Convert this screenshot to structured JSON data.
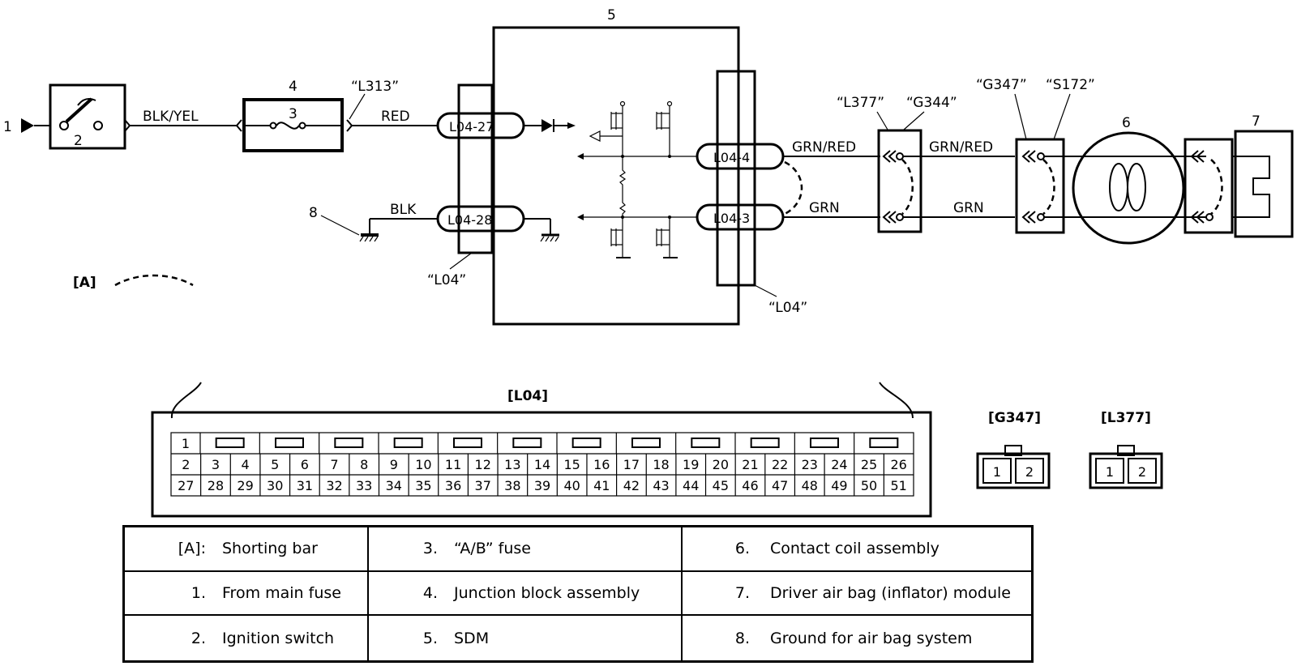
{
  "diagram": {
    "callouts": {
      "c1": "1",
      "c2": "2",
      "c3": "3",
      "c4": "4",
      "c5": "5",
      "c6": "6",
      "c7": "7",
      "c8": "8"
    },
    "wire_colors": {
      "blk_yel": "BLK/YEL",
      "red": "RED",
      "blk": "BLK",
      "grn_red_1": "GRN/RED",
      "grn_red_2": "GRN/RED",
      "grn_1": "GRN",
      "grn_2": "GRN"
    },
    "connector_refs": {
      "l313": "“L313”",
      "l377": "“L377”",
      "g344": "“G344”",
      "g347": "“G347”",
      "s172": "“S172”",
      "l04_left": "“L04”",
      "l04_right": "“L04”"
    },
    "terminals": {
      "t1": "L04-27",
      "t2": "L04-28",
      "t3": "L04-4",
      "t4": "L04-3"
    },
    "shorting_bar_key": "[A]",
    "connector_views": {
      "l04_title": "[L04]",
      "g347_title": "[G347]",
      "l377_title": "[L377]",
      "pin_pair": [
        "1",
        "2"
      ],
      "l04_row1": [
        "1"
      ],
      "l04_row2": [
        "2",
        "3",
        "4",
        "5",
        "6",
        "7",
        "8",
        "9",
        "10",
        "11",
        "12",
        "13",
        "14",
        "15",
        "16",
        "17",
        "18",
        "19",
        "20",
        "21",
        "22",
        "23",
        "24",
        "25",
        "26"
      ],
      "l04_row3": [
        "27",
        "28",
        "29",
        "30",
        "31",
        "32",
        "33",
        "34",
        "35",
        "36",
        "37",
        "38",
        "39",
        "40",
        "41",
        "42",
        "43",
        "44",
        "45",
        "46",
        "47",
        "48",
        "49",
        "50",
        "51"
      ]
    }
  },
  "legend": [
    [
      {
        "key": "[A]:",
        "value": "Shorting bar"
      },
      {
        "key": "3.",
        "value": "“A/B” fuse"
      },
      {
        "key": "6.",
        "value": "Contact coil assembly"
      }
    ],
    [
      {
        "key": "1.",
        "value": "From main fuse"
      },
      {
        "key": "4.",
        "value": "Junction block assembly"
      },
      {
        "key": "7.",
        "value": "Driver air bag (inflator) module"
      }
    ],
    [
      {
        "key": "2.",
        "value": "Ignition switch"
      },
      {
        "key": "5.",
        "value": "SDM"
      },
      {
        "key": "8.",
        "value": "Ground for air bag system"
      }
    ]
  ]
}
